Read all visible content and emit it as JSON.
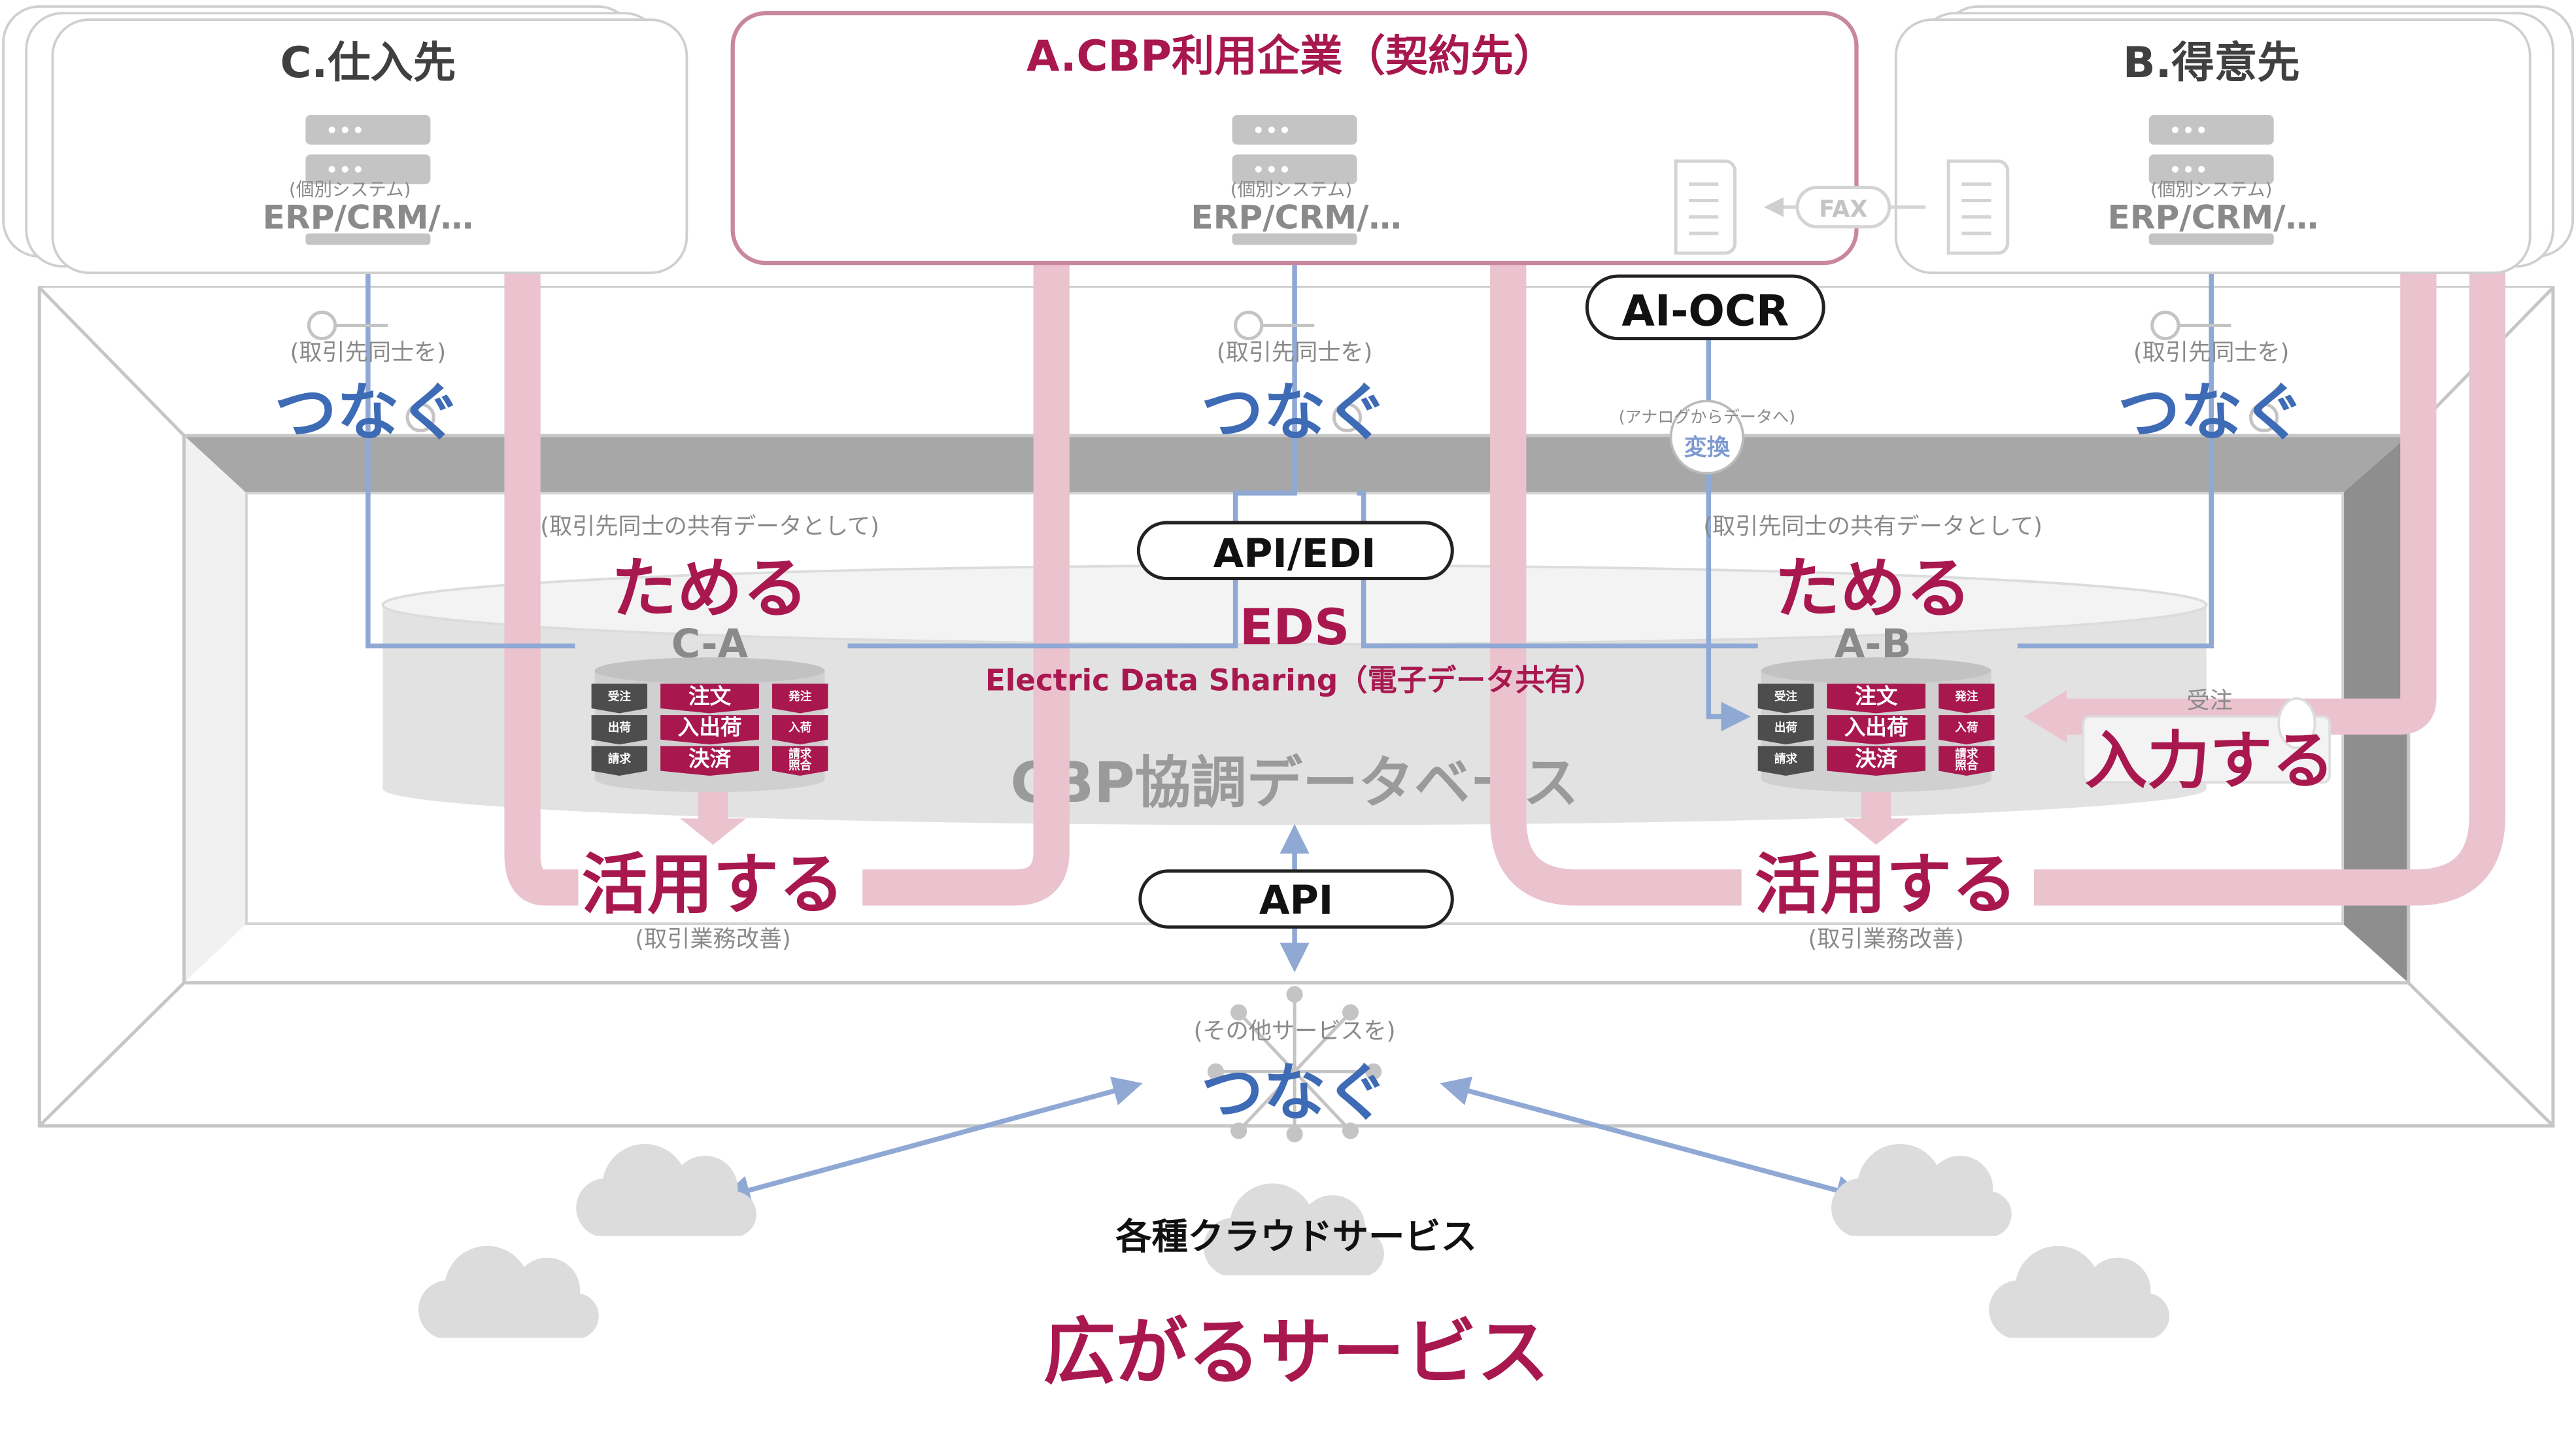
{
  "colors": {
    "accent": "#a8184f",
    "blue_text": "#3d6bb5",
    "line_blue": "#8fa9d4",
    "pink_arrow": "#eac3cf",
    "gray_text": "#8a8a8a",
    "db_gray": "#e2e2e2"
  },
  "parties": {
    "c": {
      "title": "C.仕入先",
      "sub": "(個別システム)",
      "system": "ERP/CRM/…"
    },
    "a": {
      "title": "A.CBP利用企業（契約先）",
      "sub": "(個別システム)",
      "system": "ERP/CRM/…"
    },
    "b": {
      "title": "B.得意先",
      "sub": "(個別システム)",
      "system": "ERP/CRM/…"
    }
  },
  "connect": {
    "note": "(取引先同士を)",
    "label": "つなぐ"
  },
  "fax_label": "FAX",
  "ai_ocr": {
    "label": "AI-OCR",
    "note": "(アナログからデータへ)",
    "convert": "変換"
  },
  "api_edi_label": "API/EDI",
  "api_label": "API",
  "store": {
    "note": "(取引先同士の共有データとして)",
    "label": "ためる"
  },
  "pairs": {
    "ca": "C-A",
    "ab": "A-B"
  },
  "eds": {
    "title": "EDS",
    "subtitle": "Electric Data Sharing（電子データ共有）"
  },
  "db_label": "CBP協調データベース",
  "tiles": {
    "left": [
      "受注",
      "出荷",
      "請求"
    ],
    "center": [
      "注文",
      "入出荷",
      "決済"
    ],
    "right": [
      "発注",
      "入荷",
      "請求\n照合"
    ]
  },
  "input": {
    "note": "受注",
    "label": "入力する"
  },
  "use": {
    "label": "活用する",
    "note": "(取引業務改善)"
  },
  "cloud": {
    "note": "(その他サービスを)",
    "connect": "つなぐ",
    "caption": "各種クラウドサービス"
  },
  "footer": "広がるサービス"
}
